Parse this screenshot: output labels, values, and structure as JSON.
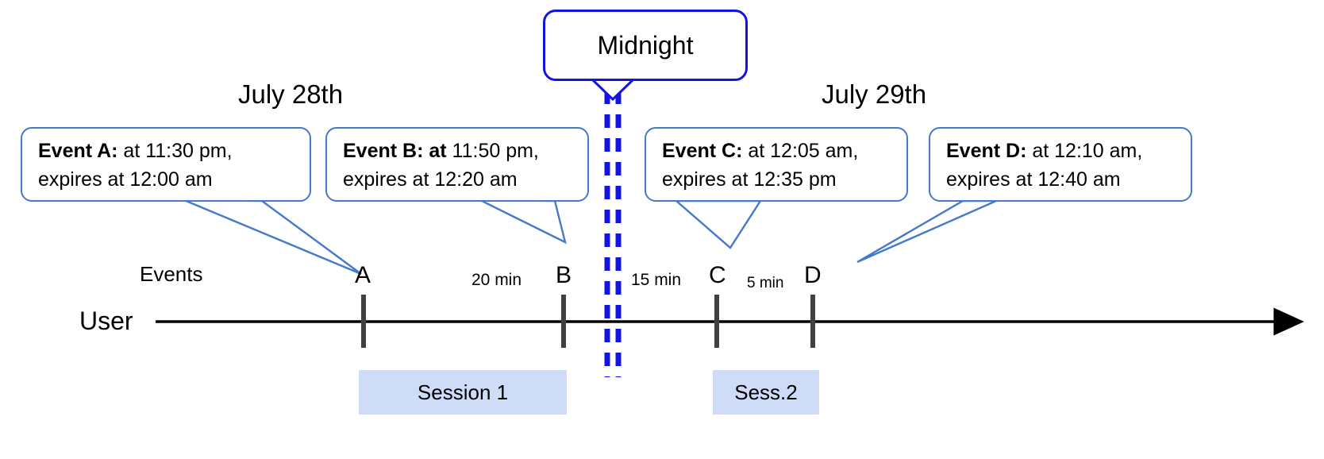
{
  "diagram": {
    "title": "Session timeline across midnight",
    "accent_blue": "#4579c9",
    "midnight_blue": "#1414e0",
    "session_fill": "#cfdcf7",
    "axis_color": "#000000",
    "tick_color": "#404040"
  },
  "midnight": {
    "label": "Midnight"
  },
  "dates": [
    {
      "label": "July 28th"
    },
    {
      "label": "July 29th"
    }
  ],
  "rows": {
    "events_label": "Events",
    "user_label": "User"
  },
  "callouts": [
    {
      "id": "event-a",
      "lead": "Event A:",
      "line1_rest": " at 11:30 pm,",
      "line2": "expires at 12:00 am"
    },
    {
      "id": "event-b",
      "lead": "Event B: at",
      "line1_rest": " 11:50 pm,",
      "line2": "expires at 12:20 am"
    },
    {
      "id": "event-c",
      "lead": "Event C:",
      "line1_rest": " at 12:05 am,",
      "line2": "expires at 12:35 pm"
    },
    {
      "id": "event-d",
      "lead": "Event D:",
      "line1_rest": "  at 12:10 am,",
      "line2": "expires at 12:40 am"
    }
  ],
  "markers": [
    {
      "letter": "A"
    },
    {
      "letter": "B"
    },
    {
      "letter": "C"
    },
    {
      "letter": "D"
    }
  ],
  "gaps": [
    {
      "label": "20 min"
    },
    {
      "label": "15 min"
    },
    {
      "label": "5 min"
    }
  ],
  "sessions": [
    {
      "label": "Session 1"
    },
    {
      "label": "Sess.2"
    }
  ]
}
